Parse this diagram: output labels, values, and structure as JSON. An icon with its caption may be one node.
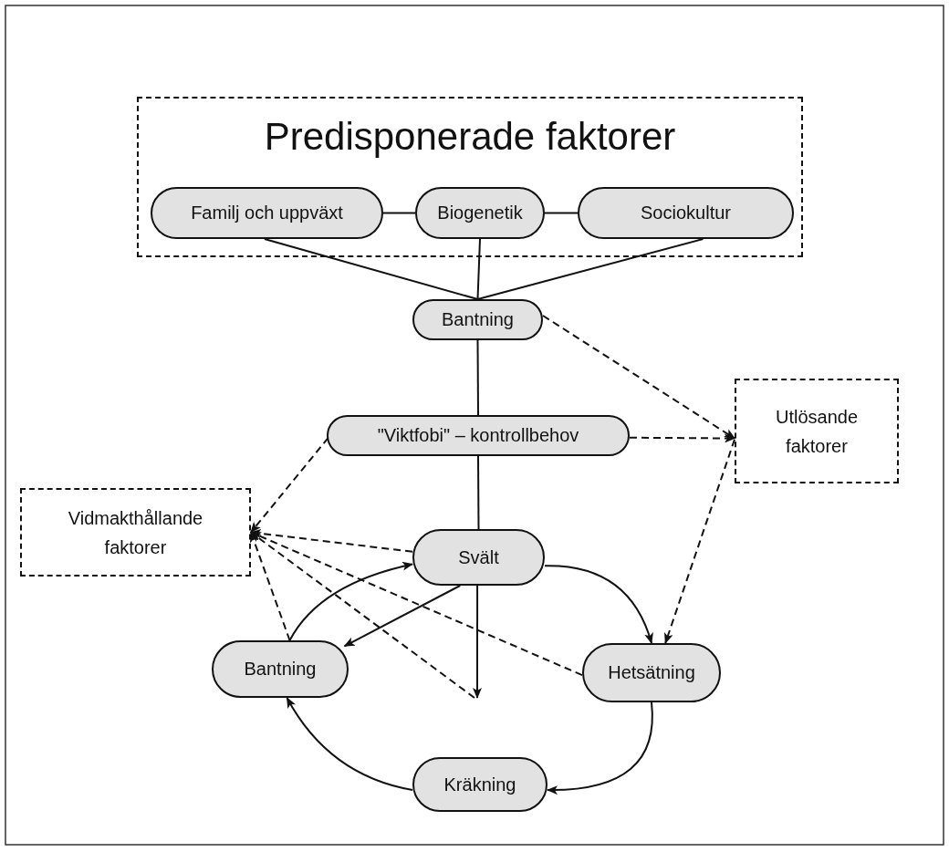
{
  "diagram": {
    "nodes": [
      {
        "text": [
          "Predisponerade faktorer"
        ]
      },
      {
        "text": [
          "Familj och uppväxt"
        ],
        "in": 0
      },
      {
        "text": [
          "Biogenetik"
        ],
        "in": 0
      },
      {
        "text": [
          "Sociokultur"
        ],
        "in": 0
      },
      {
        "text": [
          "Bantning"
        ]
      },
      {
        "text": [
          "Utlösande faktorer"
        ]
      },
      {
        "text": [
          "\"Viktfobi\" – kontrollbehov"
        ]
      },
      {
        "text": [
          "Vidmakthållande faktorer"
        ]
      },
      {
        "text": [
          "Svält"
        ]
      },
      {
        "text": [
          "Bantning"
        ]
      },
      {
        "text": [
          "Hetsätning"
        ]
      },
      {
        "text": [
          "Kräkning"
        ]
      }
    ],
    "edges": [
      {
        "from": 1,
        "to": 2,
        "arrow": "none"
      },
      {
        "from": 2,
        "to": 3,
        "arrow": "none"
      },
      {
        "from": 1,
        "to": 4,
        "arrow": "none"
      },
      {
        "from": 2,
        "to": 4,
        "arrow": "none"
      },
      {
        "from": 3,
        "to": 4,
        "arrow": "none"
      },
      {
        "from": 4,
        "to": 6,
        "arrow": "none"
      },
      {
        "from": 6,
        "to": 8,
        "arrow": "none"
      },
      {
        "from": 4,
        "to": 5,
        "arrow": "to",
        "style": "dashed"
      },
      {
        "from": 6,
        "to": 5,
        "arrow": "to",
        "style": "dashed"
      },
      {
        "from": 5,
        "to": 10,
        "arrow": "to",
        "style": "dashed"
      },
      {
        "from": 8,
        "to": 10,
        "arrow": "to"
      },
      {
        "from": 6,
        "to": 7,
        "arrow": "to",
        "style": "dashed"
      },
      {
        "from": 8,
        "to": 7,
        "arrow": "to",
        "style": "dashed"
      },
      {
        "from": 10,
        "to": 7,
        "arrow": "to",
        "style": "dashed"
      },
      {
        "from": null,
        "to": 7,
        "arrow": "to",
        "style": "dashed"
      },
      {
        "from": 9,
        "to": 7,
        "arrow": "to",
        "style": "dashed"
      },
      {
        "from": 8,
        "to": null,
        "arrow": "to"
      },
      {
        "from": 8,
        "to": 9,
        "arrow": "to"
      },
      {
        "from": 9,
        "to": 8,
        "arrow": "to"
      },
      {
        "from": 10,
        "to": 11,
        "arrow": "to"
      },
      {
        "from": 11,
        "to": 9,
        "arrow": "to"
      }
    ]
  }
}
